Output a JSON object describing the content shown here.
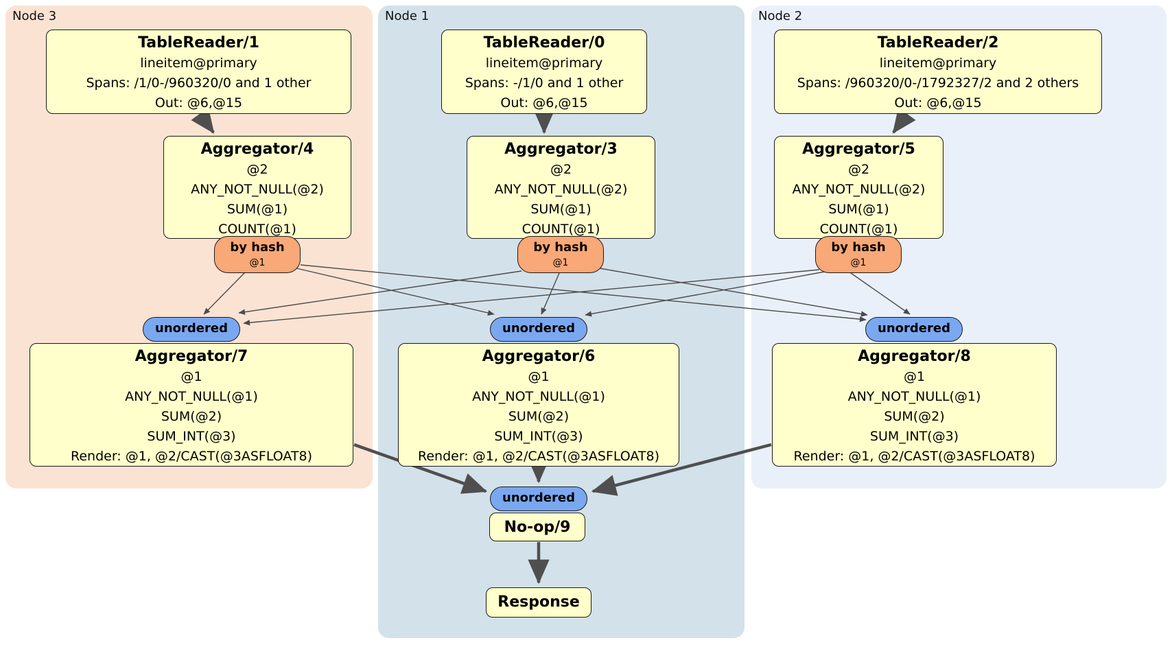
{
  "panels": [
    {
      "label": "Node 3",
      "bg": "#fbe3d3"
    },
    {
      "label": "Node 1",
      "bg": "#d3e1ea"
    },
    {
      "label": "Node 2",
      "bg": "#eaf0f9"
    }
  ],
  "table_readers": [
    {
      "title": "TableReader/1",
      "lines": [
        "lineitem@primary",
        "Spans: /1/0-/960320/0 and 1 other",
        "Out: @6,@15"
      ]
    },
    {
      "title": "TableReader/0",
      "lines": [
        "lineitem@primary",
        "Spans: -/1/0 and 1 other",
        "Out: @6,@15"
      ]
    },
    {
      "title": "TableReader/2",
      "lines": [
        "lineitem@primary",
        "Spans: /960320/0-/1792327/2 and 2 others",
        "Out: @6,@15"
      ]
    }
  ],
  "stage_one_aggregators": [
    {
      "title": "Aggregator/4",
      "lines": [
        "@2",
        "ANY_NOT_NULL(@2)",
        "SUM(@1)",
        "COUNT(@1)"
      ]
    },
    {
      "title": "Aggregator/3",
      "lines": [
        "@2",
        "ANY_NOT_NULL(@2)",
        "SUM(@1)",
        "COUNT(@1)"
      ]
    },
    {
      "title": "Aggregator/5",
      "lines": [
        "@2",
        "ANY_NOT_NULL(@2)",
        "SUM(@1)",
        "COUNT(@1)"
      ]
    }
  ],
  "routers": [
    {
      "label": "by hash",
      "detail": "@1"
    },
    {
      "label": "by hash",
      "detail": "@1"
    },
    {
      "label": "by hash",
      "detail": "@1"
    }
  ],
  "syncs": [
    {
      "label": "unordered"
    },
    {
      "label": "unordered"
    },
    {
      "label": "unordered"
    },
    {
      "label": "unordered"
    }
  ],
  "stage_two_aggregators": [
    {
      "title": "Aggregator/7",
      "lines": [
        "@1",
        "ANY_NOT_NULL(@1)",
        "SUM(@2)",
        "SUM_INT(@3)",
        "Render: @1, @2/CAST(@3ASFLOAT8)"
      ]
    },
    {
      "title": "Aggregator/6",
      "lines": [
        "@1",
        "ANY_NOT_NULL(@1)",
        "SUM(@2)",
        "SUM_INT(@3)",
        "Render: @1, @2/CAST(@3ASFLOAT8)"
      ]
    },
    {
      "title": "Aggregator/8",
      "lines": [
        "@1",
        "ANY_NOT_NULL(@1)",
        "SUM(@2)",
        "SUM_INT(@3)",
        "Render: @1, @2/CAST(@3ASFLOAT8)"
      ]
    }
  ],
  "noop": {
    "title": "No-op/9"
  },
  "response": {
    "title": "Response"
  },
  "colors": {
    "processor_box": "#ffffcc",
    "router_pill": "#f9a877",
    "sync_pill": "#7aa8f0",
    "edge": "#4f4f4f",
    "panel_node3": "#fbe3d3",
    "panel_node1": "#d3e1ea",
    "panel_node2": "#eaf0f9"
  }
}
